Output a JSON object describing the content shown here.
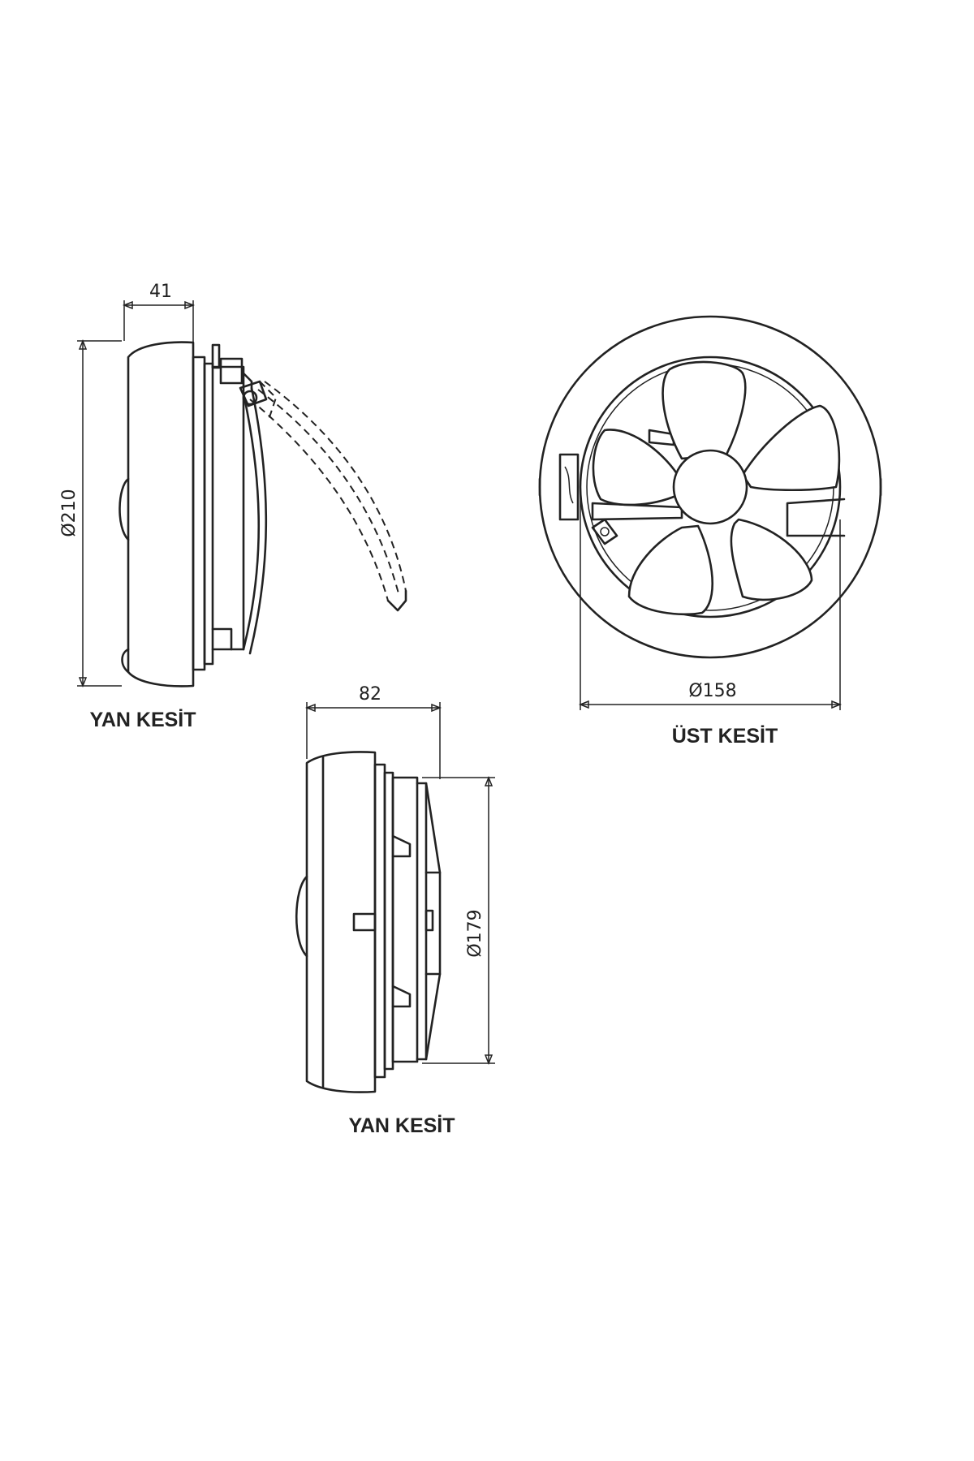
{
  "views": {
    "side_view_1": {
      "caption": "YAN KESİT",
      "depth_dim": "41",
      "diameter_dim": "Ø210"
    },
    "top_view": {
      "caption": "ÜST KESİT",
      "diameter_dim": "Ø158"
    },
    "side_view_2": {
      "caption": "YAN KESİT",
      "depth_dim": "82",
      "diameter_dim": "Ø179"
    }
  },
  "colors": {
    "line": "#222222",
    "background": "#ffffff"
  }
}
